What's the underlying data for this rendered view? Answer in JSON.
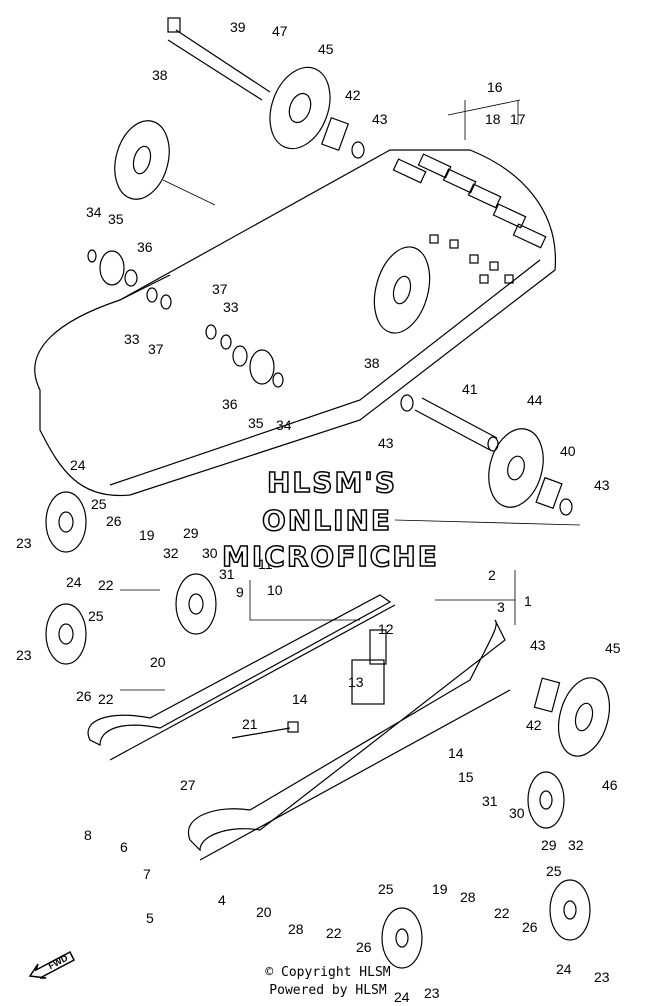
{
  "labels": [
    "39",
    "47",
    "45",
    "42",
    "43",
    "16",
    "18",
    "17",
    "38",
    "34",
    "35",
    "36",
    "33",
    "37",
    "37",
    "33",
    "36",
    "35",
    "34",
    "38",
    "41",
    "44",
    "43",
    "40",
    "43",
    "24",
    "25",
    "26",
    "23",
    "19",
    "29",
    "32",
    "30",
    "31",
    "22",
    "11",
    "10",
    "9",
    "2",
    "3",
    "1",
    "24",
    "25",
    "26",
    "23",
    "20",
    "22",
    "12",
    "43",
    "45",
    "13",
    "14",
    "21",
    "27",
    "42",
    "46",
    "14",
    "15",
    "31",
    "30",
    "29",
    "32",
    "8",
    "6",
    "7",
    "5",
    "4",
    "20",
    "28",
    "22",
    "25",
    "26",
    "24",
    "23",
    "19",
    "28",
    "22",
    "26",
    "25",
    "24",
    "23"
  ],
  "watermark": {
    "line1": "HLSM'S",
    "line2": "ONLINE",
    "line3": "MICROFICHE"
  },
  "footer": {
    "copyright": "© Copyright HLSM",
    "powered": "Powered by HLSM"
  },
  "fwd_label": "FWD"
}
